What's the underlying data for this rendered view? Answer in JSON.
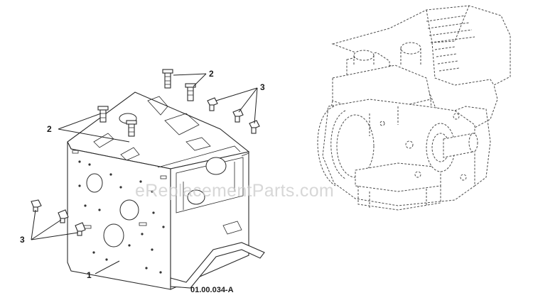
{
  "callouts": {
    "c2_top": "2",
    "c2_left": "2",
    "c3_top": "3",
    "c3_left": "3",
    "c1": "1"
  },
  "figure_code": "01.00.034-A",
  "watermark": "eReplacementParts.com"
}
